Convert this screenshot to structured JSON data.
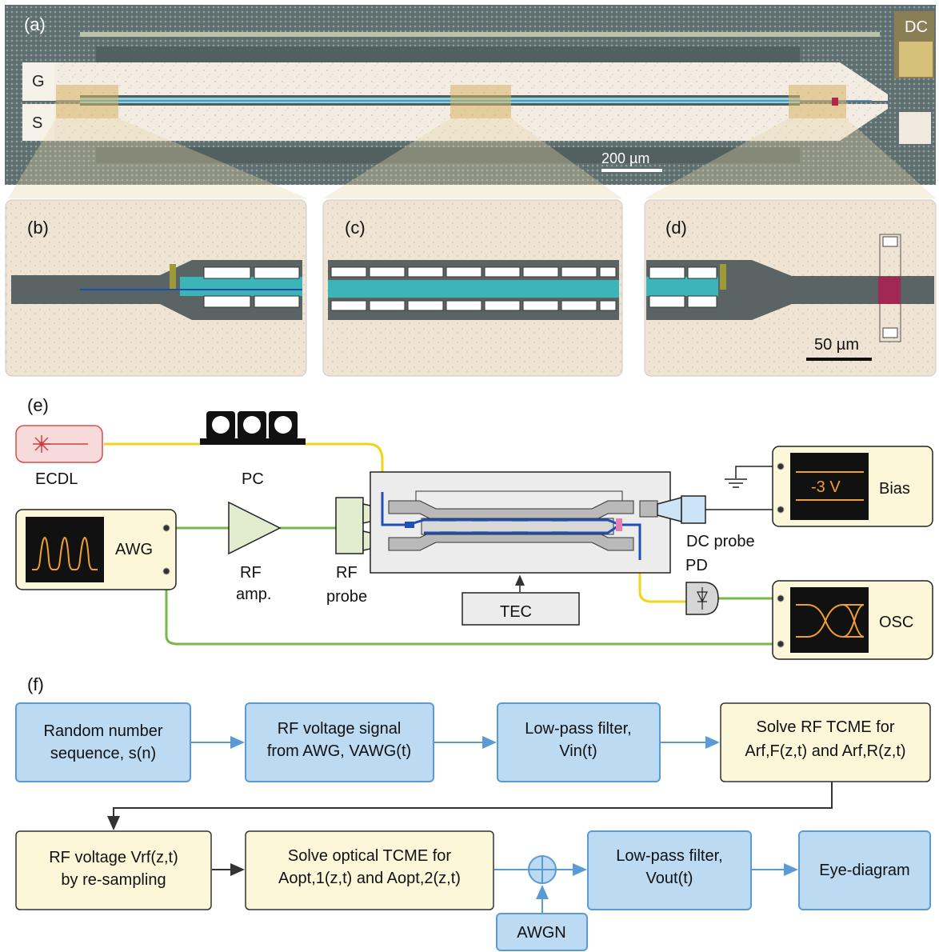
{
  "panels": {
    "a": "(a)",
    "b": "(b)",
    "c": "(c)",
    "d": "(d)",
    "e": "(e)",
    "f": "(f)"
  },
  "chip": {
    "g_label": "G",
    "s_label": "S",
    "dc_label": "DC",
    "scale_bar": "200 µm",
    "zoom_scale_bar": "50 µm"
  },
  "setup": {
    "ecdl": "ECDL",
    "pc": "PC",
    "awg": "AWG",
    "rf_amp_line1": "RF",
    "rf_amp_line2": "amp.",
    "rf_probe_line1": "RF",
    "rf_probe_line2": "probe",
    "tec": "TEC",
    "bias": "Bias",
    "bias_value": "-3 V",
    "dc_probe": "DC probe",
    "pd": "PD",
    "osc": "OSC"
  },
  "flow": {
    "box1_l1": "Random number",
    "box1_l2": "sequence, s(n)",
    "box2_l1": "RF voltage signal",
    "box2_l2": "from AWG, VAWG(t)",
    "box3_l1": "Low-pass filter,",
    "box3_l2": "Vin(t)",
    "box4_l1": "Solve RF TCME for",
    "box4_l2": "Arf,F(z,t) and Arf,R(z,t)",
    "box5_l1": "RF voltage Vrf(z,t)",
    "box5_l2": "by re-sampling",
    "box6_l1": "Solve optical TCME for",
    "box6_l2": "Aopt,1(z,t) and Aopt,2(z,t)",
    "box7_l1": "Low-pass filter,",
    "box7_l2": "Vout(t)",
    "box8": "Eye-diagram",
    "box9": "AWGN"
  },
  "colors": {
    "blue_box": "#bcdaf2",
    "blue_border": "#5b9bd5",
    "yellow_box": "#fbf7d8",
    "fiber_yellow": "#f2d31c",
    "rf_green": "#7ab648",
    "chip_dark": "#6b7a7a",
    "chip_light": "#f1ebe0"
  }
}
